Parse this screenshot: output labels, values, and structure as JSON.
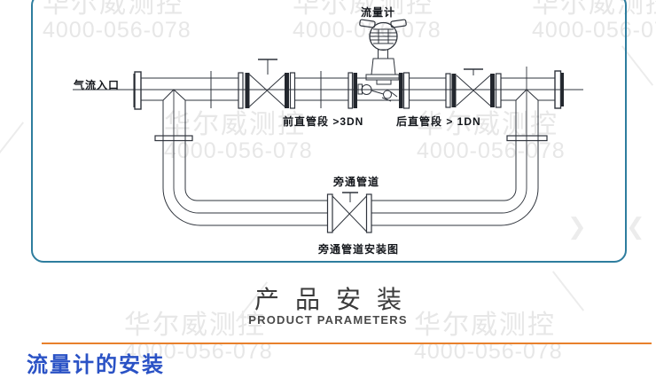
{
  "watermark": {
    "name": "华尔威测控",
    "phone": "4000-056-078"
  },
  "diagram": {
    "border_color": "#2e7d9e",
    "line_color": "#2f343c",
    "labels": {
      "flow_meter": "流量计",
      "gas_inlet": "气流入口",
      "front_straight": "前直管段 >3DN",
      "rear_straight": "后直管段 > 1DN",
      "bypass_pipe": "旁通管道",
      "caption": "旁通管道安装图"
    }
  },
  "section": {
    "title_cn": "产品安装",
    "title_en": "PRODUCT PARAMETERS",
    "divider_color": "#e8802c"
  },
  "next_section": {
    "title": "流量计的安装",
    "color": "#2a52c5"
  }
}
